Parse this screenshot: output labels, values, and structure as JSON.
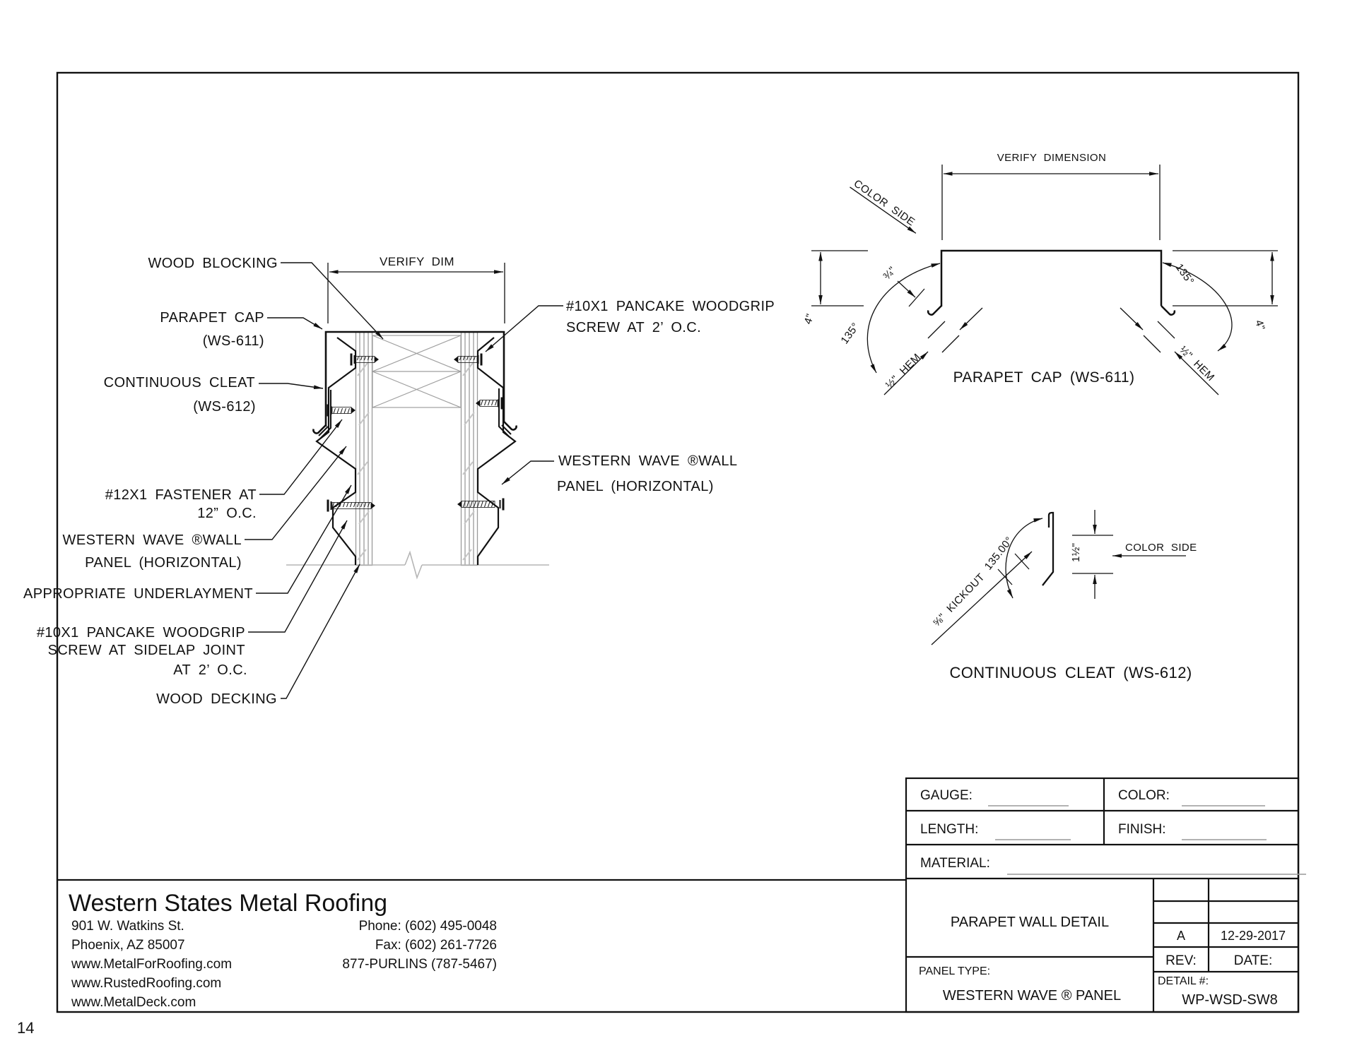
{
  "sheet": {
    "page_number": "14"
  },
  "wall_detail": {
    "verify_dim": "VERIFY DIM",
    "wood_blocking": "WOOD BLOCKING",
    "parapet_cap_l1": "PARAPET CAP",
    "parapet_cap_l2": "(WS-611)",
    "cont_cleat_l1": "CONTINUOUS CLEAT",
    "cont_cleat_l2": "(WS-612)",
    "fastener_l1": "#12X1 FASTENER AT",
    "fastener_l2": "12” O.C.",
    "wave_l1": "WESTERN WAVE ®WALL",
    "wave_l2": "PANEL (HORIZONTAL)",
    "underlayment": "APPROPRIATE UNDERLAYMENT",
    "sidelap_l1": "#10X1 PANCAKE WOODGRIP",
    "sidelap_l2": "SCREW AT SIDELAP JOINT",
    "sidelap_l3": "AT 2’ O.C.",
    "wood_decking": "WOOD DECKING",
    "pancake_r1": "#10X1 PANCAKE WOODGRIP",
    "pancake_r2": "SCREW AT 2’ O.C.",
    "wave_r1": "WESTERN WAVE ®WALL",
    "wave_r2": "PANEL (HORIZONTAL)"
  },
  "cap_profile": {
    "verify_dimension": "VERIFY DIMENSION",
    "color_side": "COLOR SIDE",
    "angle_left": "135°",
    "angle_right": "135°",
    "dim_4_left": "4\"",
    "dim_4_right": "4\"",
    "dim_three_quarter": "¾\"",
    "hem_left": "½\" HEM",
    "hem_right": "½\" HEM",
    "caption": "PARAPET CAP (WS-611)"
  },
  "cleat_profile": {
    "angle": "135.00°",
    "kickout": "⅝\" KICKOUT",
    "dim_height": "1½\"",
    "color_side": "COLOR SIDE",
    "caption": "CONTINUOUS CLEAT (WS-612)"
  },
  "title_block": {
    "gauge_label": "GAUGE:",
    "color_label": "COLOR:",
    "length_label": "LENGTH:",
    "finish_label": "FINISH:",
    "material_label": "MATERIAL:",
    "detail_title": "PARAPET WALL DETAIL",
    "rev_value": "A",
    "date_value": "12-29-2017",
    "rev_label": "REV:",
    "date_label": "DATE:",
    "panel_type_label": "PANEL TYPE:",
    "panel_type_value": "WESTERN WAVE ® PANEL",
    "detail_no_label": "DETAIL #:",
    "detail_no_value": "WP-WSD-SW8"
  },
  "company": {
    "name": "Western States Metal Roofing",
    "address_1": "901 W. Watkins St.",
    "address_2": "Phoenix, AZ 85007",
    "website_1": "www.MetalForRoofing.com",
    "website_2": "www.RustedRoofing.com",
    "website_3": "www.MetalDeck.com",
    "phone": "Phone: (602) 495-0048",
    "fax": "Fax: (602) 261-7726",
    "tollfree": "877-PURLINS (787-5467)"
  }
}
